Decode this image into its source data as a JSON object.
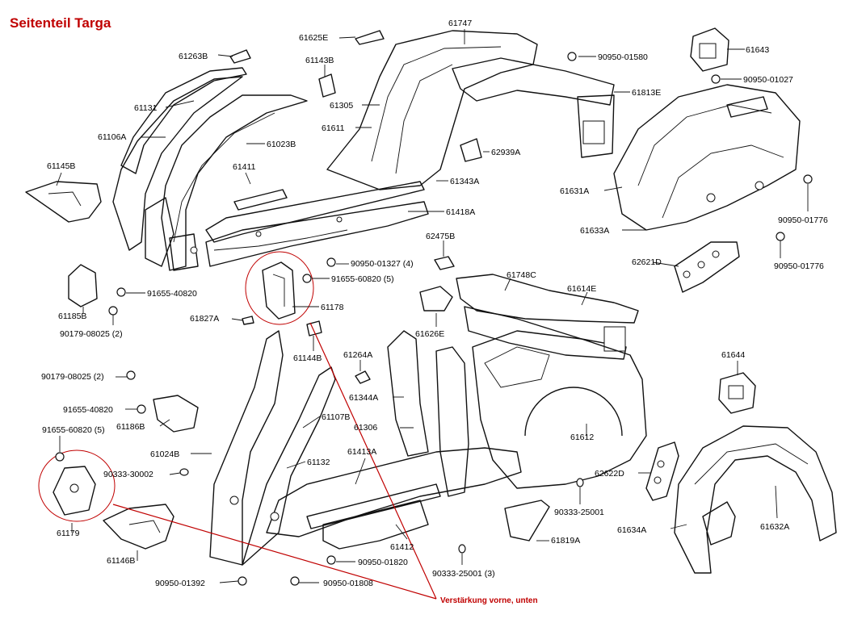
{
  "title": "Seitenteil Targa",
  "note": "Verstärkung vorne, unten",
  "colors": {
    "accent": "#c00000",
    "ink": "#111111"
  },
  "labels": [
    "61263B",
    "61131",
    "61106A",
    "61145B",
    "61143B",
    "61625E",
    "61305",
    "61611",
    "61023B",
    "61411",
    "61747",
    "90950-01580",
    "61813E",
    "62939A",
    "61343A",
    "61418A",
    "61643",
    "90950-01027",
    "61631A",
    "61633A",
    "90950-01776",
    "90950-01776",
    "62475B",
    "90950-01327 (4)",
    "91655-60820 (5)",
    "61178",
    "61185B",
    "91655-40820",
    "90179-08025 (2)",
    "61827A",
    "61144B",
    "61264A",
    "61626E",
    "61748C",
    "61614E",
    "62621D",
    "90179-08025 (2)",
    "91655-40820",
    "61186B",
    "91655-60820 (5)",
    "61024B",
    "90333-30002",
    "61179",
    "61146B",
    "90950-01392",
    "90950-01808",
    "61107B",
    "61132",
    "61413A",
    "61344A",
    "61306",
    "61412",
    "90950-01820",
    "90333-25001 (3)",
    "61819A",
    "90333-25001",
    "61612",
    "62622D",
    "61644",
    "61634A",
    "61632A"
  ]
}
